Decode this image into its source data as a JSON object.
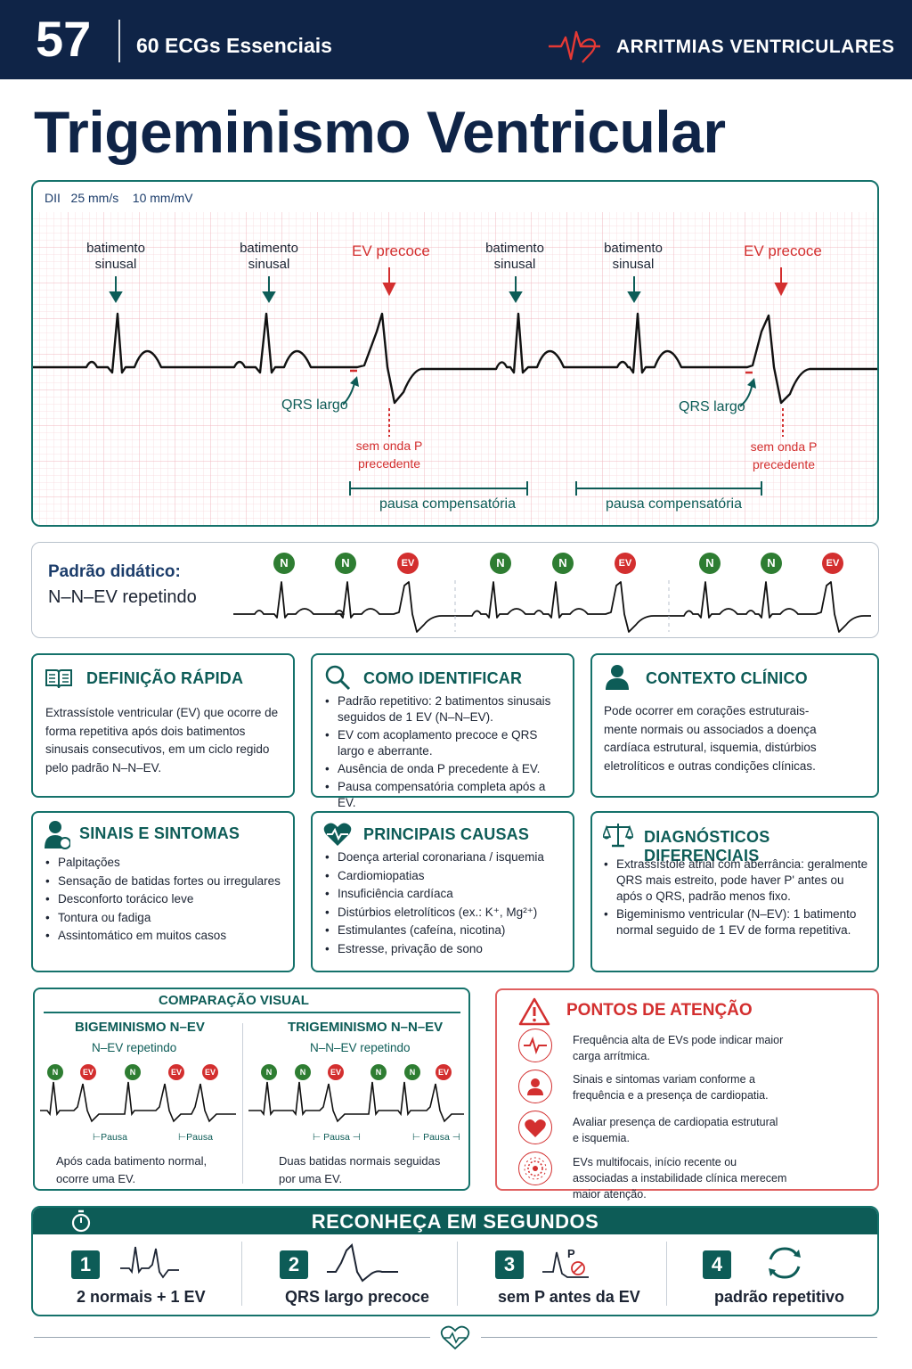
{
  "header": {
    "page_number": "57",
    "series": "60 ECGs Essenciais",
    "section": "ARRITMIAS VENTRICULARES"
  },
  "title": "Trigeminismo Ventricular",
  "ecg": {
    "lead_info": "DII   25 mm/s    10 mm/mV",
    "labels": {
      "sinus_1": "batimento\nsinusal",
      "sinus_2": "batimento\nsinusal",
      "ev_1": "EV precoce",
      "sinus_3": "batimento\nsinusal",
      "sinus_4": "batimento\nsinusal",
      "ev_2": "EV precoce",
      "qrs_1": "QRS largo",
      "qrs_2": "QRS largo",
      "no_p_1": "sem onda P\nprecedente",
      "no_p_2": "sem onda P\nprecedente",
      "pause_1": "pausa compensatória",
      "pause_2": "pausa compensatória"
    }
  },
  "pattern": {
    "title": "Padrão didático:",
    "subtitle": "N–N–EV repetindo",
    "badges": [
      "N",
      "N",
      "EV",
      "N",
      "N",
      "EV",
      "N",
      "N",
      "EV"
    ]
  },
  "cards": {
    "definicao": {
      "title": "DEFINIÇÃO RÁPIDA",
      "body": "Extrassístole ventricular (EV) que ocorre de forma repetitiva após dois batimentos sinusais consecutivos, em um ciclo regido pelo padrão N–N–EV."
    },
    "identificar": {
      "title": "COMO IDENTIFICAR",
      "items": [
        "Padrão repetitivo: 2 batimentos sinusais seguidos de 1 EV (N–N–EV).",
        "EV com acoplamento precoce e QRS largo e aberrante.",
        "Ausência de onda P precedente à EV.",
        "Pausa compensatória completa após a EV."
      ]
    },
    "contexto": {
      "title": "CONTEXTO CLÍNICO",
      "body": "Pode ocorrer em corações estruturais-mente normais ou associados a doença cardíaca estrutural, isquemia, distúrbios eletrolíticos e outras condições clínicas."
    },
    "sinais": {
      "title": "SINAIS E SINTOMAS",
      "items": [
        "Palpitações",
        "Sensação de batidas fortes ou irregulares",
        "Desconforto torácico leve",
        "Tontura ou fadiga",
        "Assintomático em muitos casos"
      ]
    },
    "causas": {
      "title": "PRINCIPAIS CAUSAS",
      "items": [
        "Doença arterial coronariana / isquemia",
        "Cardiomiopatias",
        "Insuficiência cardíaca",
        "Distúrbios eletrolíticos (ex.: K⁺, Mg²⁺)",
        "Estimulantes (cafeína, nicotina)",
        "Estresse, privação de sono"
      ]
    },
    "diferenciais": {
      "title": "DIAGNÓSTICOS DIFERENCIAIS",
      "items": [
        "Extrassístole atrial com aberrância: geralmente QRS mais estreito, pode haver P' antes ou após o QRS, padrão menos fixo.",
        "Bigeminismo ventricular (N–EV): 1 batimento normal seguido de 1 EV de forma repetitiva."
      ]
    }
  },
  "comparison": {
    "title": "COMPARAÇÃO VISUAL",
    "bigeminy": {
      "head": "BIGEMINISMO N–EV",
      "sub": "N–EV repetindo",
      "badges": [
        "N",
        "EV",
        "N",
        "EV",
        "EV"
      ],
      "pause": "⊢Pausa",
      "note": "Após cada batimento normal, ocorre uma EV."
    },
    "trigeminy": {
      "head": "TRIGEMINISMO N–N–EV",
      "sub": "N–N–EV repetindo",
      "badges": [
        "N",
        "N",
        "EV",
        "N",
        "N",
        "EV"
      ],
      "pause": "⊢ Pausa ⊣",
      "note": "Duas batidas normais seguidas por uma EV."
    }
  },
  "attention": {
    "title": "PONTOS DE ATENÇÃO",
    "items": [
      "Frequência alta de EVs pode indicar maior carga arrítmica.",
      "Sinais e sintomas variam conforme a frequência e a presença de cardiopatia.",
      "Avaliar presença de cardiopatia estrutural e isquemia.",
      "EVs multifocais, início recente ou associadas a instabilidade clínica merecem maior atenção."
    ]
  },
  "recognize": {
    "title": "RECONHEÇA EM SEGUNDOS",
    "steps": [
      {
        "num": "1",
        "label": "2 normais + 1 EV"
      },
      {
        "num": "2",
        "label": "QRS largo precoce"
      },
      {
        "num": "3",
        "label": "sem P antes da EV",
        "icon_letter": "P"
      },
      {
        "num": "4",
        "label": "padrão repetitivo"
      }
    ]
  },
  "colors": {
    "navy": "#0f2447",
    "teal": "#0d5c57",
    "red": "#d32f2f",
    "grid": "#f4c9cf"
  }
}
